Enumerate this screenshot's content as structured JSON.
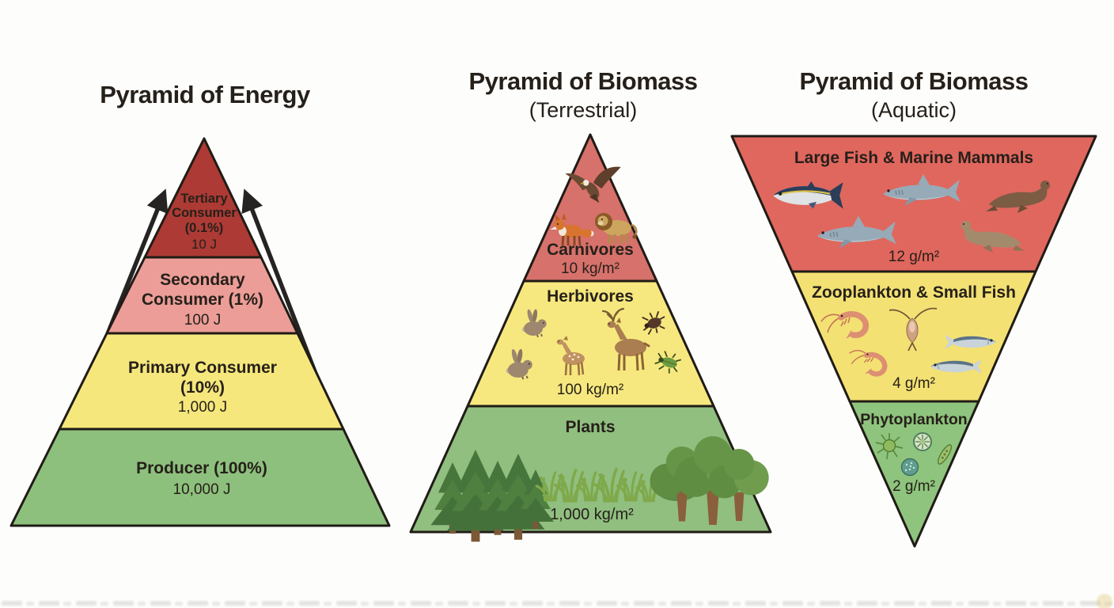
{
  "figure": {
    "outline_color": "#201b16",
    "arrow_color": "#262423",
    "pyramids": [
      {
        "title": "Pyramid of Energy",
        "subtitle": "",
        "orientation": "upright",
        "tiers": [
          {
            "name": "tertiary-consumer",
            "color": "#ad3a34",
            "lines": [
              "Tertiary",
              "Consumer",
              "(0.1%)"
            ],
            "value": "10 J"
          },
          {
            "name": "secondary-consumer",
            "color": "#ec9d97",
            "lines": [
              "Secondary",
              "Consumer (1%)"
            ],
            "value": "100 J"
          },
          {
            "name": "primary-consumer",
            "color": "#f6e77c",
            "lines": [
              "Primary Consumer",
              "(10%)"
            ],
            "value": "1,000 J"
          },
          {
            "name": "producer",
            "color": "#8dc07d",
            "lines": [
              "Producer (100%)"
            ],
            "value": "10,000 J"
          }
        ]
      },
      {
        "title": "Pyramid of Biomass",
        "subtitle": "(Terrestrial)",
        "orientation": "upright",
        "tiers": [
          {
            "name": "carnivores",
            "color": "#d7716b",
            "lines": [
              "Carnivores"
            ],
            "value": "10 kg/m²",
            "animals": [
              "eagle",
              "fox",
              "lion"
            ]
          },
          {
            "name": "herbivores",
            "color": "#f6e87e",
            "lines": [
              "Herbivores"
            ],
            "value": "100 kg/m²",
            "animals": [
              "rabbit",
              "rabbit",
              "fawn",
              "deer",
              "tick",
              "beetle"
            ]
          },
          {
            "name": "plants",
            "color": "#90bf80",
            "lines": [
              "Plants"
            ],
            "value": "1,000 kg/m²",
            "animals": [
              "conifer-trees",
              "grass",
              "broadleaf-trees"
            ]
          }
        ]
      },
      {
        "title": "Pyramid of Biomass",
        "subtitle": "(Aquatic)",
        "orientation": "inverted",
        "tiers": [
          {
            "name": "large-fish-marine-mammals",
            "color": "#e0675e",
            "lines": [
              "Large Fish & Marine Mammals"
            ],
            "value": "12 g/m²",
            "animals": [
              "tuna",
              "shark",
              "shark",
              "seal",
              "sea-lion"
            ]
          },
          {
            "name": "zooplankton-small-fish",
            "color": "#f3e173",
            "lines": [
              "Zooplankton & Small Fish"
            ],
            "value": "4 g/m²",
            "animals": [
              "shrimp",
              "copepod",
              "shrimp",
              "small-fish",
              "small-fish"
            ]
          },
          {
            "name": "phytoplankton",
            "color": "#8ec47d",
            "lines": [
              "Phytoplankton"
            ],
            "value": "2 g/m²",
            "animals": [
              "radiolarian",
              "diatom",
              "pennate-diatom",
              "colonial-algae"
            ]
          }
        ]
      }
    ]
  }
}
